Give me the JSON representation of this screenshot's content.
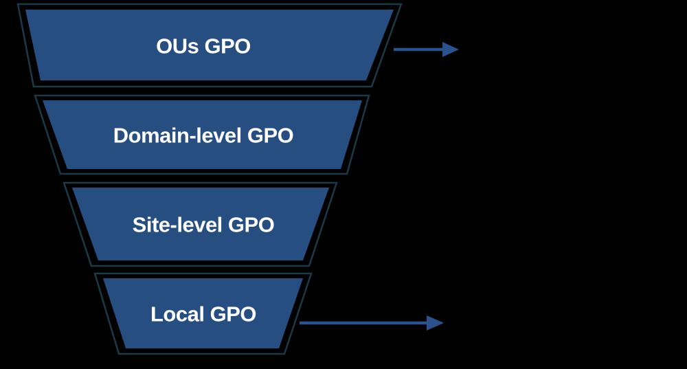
{
  "diagram": {
    "type": "funnel",
    "levels": [
      {
        "label": "OUs GPO"
      },
      {
        "label": "Domain-level GPO"
      },
      {
        "label": "Site-level GPO"
      },
      {
        "label": "Local GPO"
      }
    ],
    "arrows": [
      {
        "from_level": "OUs GPO",
        "direction": "right"
      },
      {
        "from_level": "Local GPO",
        "direction": "right"
      }
    ]
  },
  "colors": {
    "background": "#000000",
    "band_fill": "#264E80",
    "band_outline": "#1C3946",
    "arrow": "#2B528C",
    "label_text": "#FFFFFF"
  }
}
